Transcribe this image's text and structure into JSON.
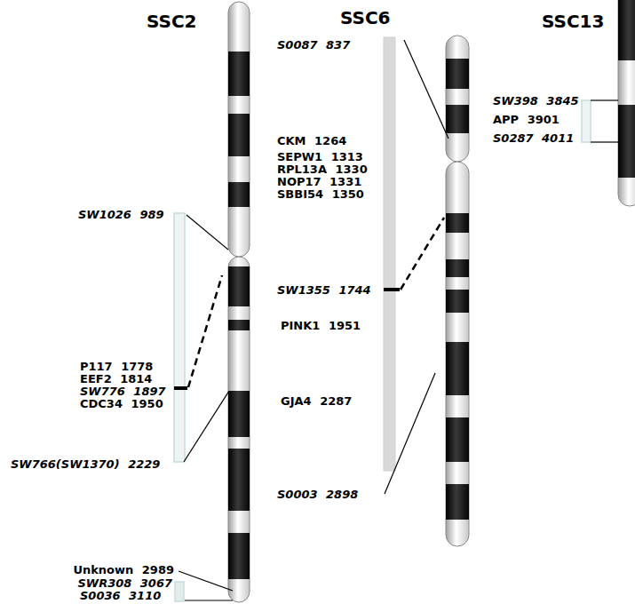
{
  "diagram": {
    "labels": [
      "SSC2",
      "SW1026 989",
      "P117 1778",
      "EEF2 1814",
      "SW776 1897",
      "CDC34 1950",
      "SW766(SW1370) 2229",
      "Unknown 2989",
      "SWR308 3067",
      "S0036 3110",
      "SSC6",
      "S0087 837",
      "CKM 1264",
      "SEPW1 1313",
      "RPL13A 1330",
      "NOP17 1331",
      "SBBI54 1350",
      "SW1355 1744",
      "PINK1 1951",
      "GJA4 2287",
      "S0003 2898",
      "SSC13",
      "SW398 3845",
      "APP 3901",
      "S0287 4011"
    ]
  }
}
